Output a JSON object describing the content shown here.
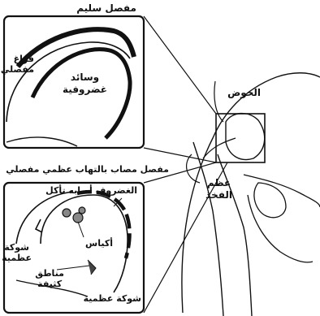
{
  "labels": {
    "healthy_joint": "مفصل سليم",
    "joint_space": "فراغ\nمفصلي",
    "cartilage_pads": "وسائد\nغضروفية",
    "pelvis": "الحوض",
    "oa_joint": "مفصل مصاب بالتهاب عظمي مفصلي",
    "femur": "عظم\nالفخذ",
    "worn_cartilage": "الغضروف أصابه تأكل",
    "bone_spur_left": "شوكة\nعظمية",
    "cysts": "أكياس",
    "dense_areas": "مناطق\nكثيفة",
    "bone_spur_bottom": "شوكة عظمية"
  },
  "colors": {
    "ink": "#111111",
    "background": "#ffffff"
  }
}
